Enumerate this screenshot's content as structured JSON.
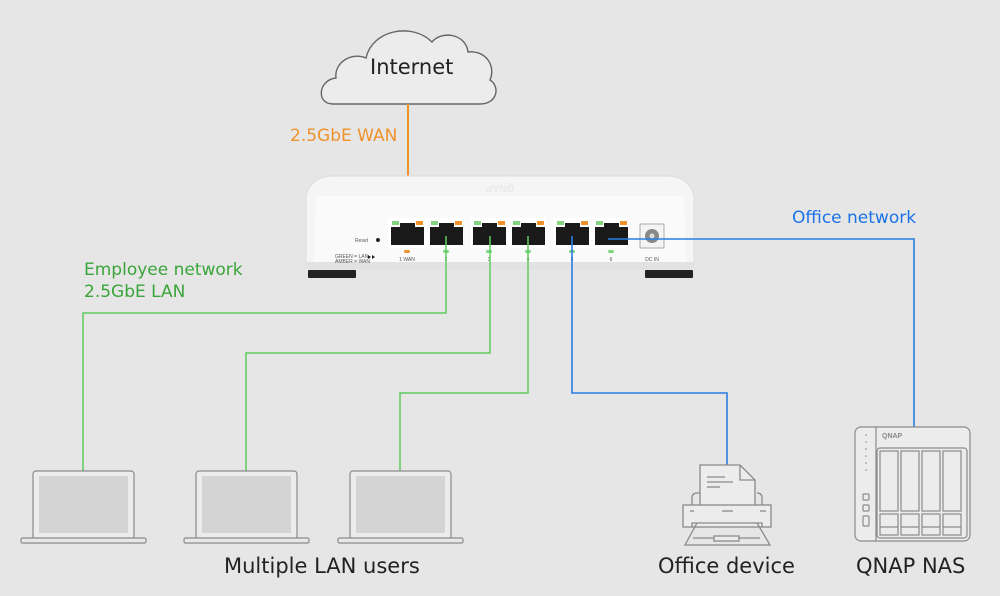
{
  "diagram": {
    "internet": {
      "label": "Internet"
    },
    "wan_link": {
      "label": "2.5GbE WAN",
      "color": "#f0922b"
    },
    "employee_network": {
      "line1": "Employee network",
      "line2": "2.5GbE LAN",
      "color": "#4cc24c"
    },
    "office_network": {
      "label": "Office network",
      "color": "#1a73e8"
    },
    "router": {
      "brand_mark": "QNAP",
      "reset_label": "Reset",
      "legend_green": "GREEN = LAN",
      "legend_amber": "AMBER = WAN",
      "ports": [
        {
          "id": "1",
          "label": "1 WAN",
          "led": "amber"
        },
        {
          "id": "2",
          "label": "2",
          "led": "green"
        },
        {
          "id": "3",
          "label": "3",
          "led": "green"
        },
        {
          "id": "4",
          "label": "4",
          "led": "green"
        },
        {
          "id": "5",
          "label": "5",
          "led": "green"
        },
        {
          "id": "6",
          "label": "6",
          "led": "green"
        }
      ],
      "power_label": "DC IN"
    },
    "lan_users": {
      "label": "Multiple LAN users",
      "count": 3
    },
    "office_device": {
      "label": "Office device"
    },
    "nas": {
      "label": "QNAP NAS",
      "brand": "QNAP",
      "bays": 4
    }
  }
}
